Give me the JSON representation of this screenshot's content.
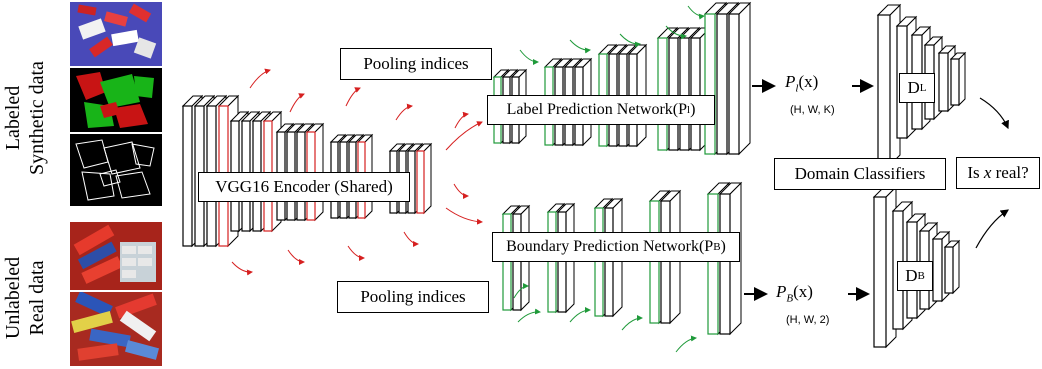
{
  "side_labels": {
    "synthetic_line1": "Labeled",
    "synthetic_line2": "Synthetic data",
    "real_line1": "Unlabeled",
    "real_line2": "Real data"
  },
  "encoder": {
    "label": "VGG16 Encoder (Shared)"
  },
  "pooling": {
    "top": "Pooling indices",
    "bottom": "Pooling indices"
  },
  "label_network": {
    "prefix": "Label Prediction Network(P",
    "subscript": "l",
    "suffix": ")"
  },
  "boundary_network": {
    "prefix": "Boundary Prediction Network(P",
    "subscript": "B",
    "suffix": ")"
  },
  "outputs": {
    "label": {
      "symbol": "P",
      "subscript": "l",
      "arg": "(x)",
      "dims": "(H, W, K)"
    },
    "boundary": {
      "symbol": "P",
      "subscript": "B",
      "arg": "(x)",
      "dims": "(H, W, 2)"
    }
  },
  "discriminators": {
    "label": {
      "symbol": "D",
      "subscript": "L"
    },
    "boundary": {
      "symbol": "D",
      "subscript": "B"
    }
  },
  "domain_classifiers": {
    "label": "Domain Classifiers"
  },
  "question": {
    "prefix": "Is ",
    "var": "x",
    "suffix": " real?"
  },
  "colors": {
    "encoder_red": "#d62020",
    "decoder_green": "#1f9a3a",
    "synthetic_bg": "#3a3aa8",
    "segmentation_red": "#c81414",
    "segmentation_green": "#18b418",
    "real_bg": "#b8281e"
  }
}
